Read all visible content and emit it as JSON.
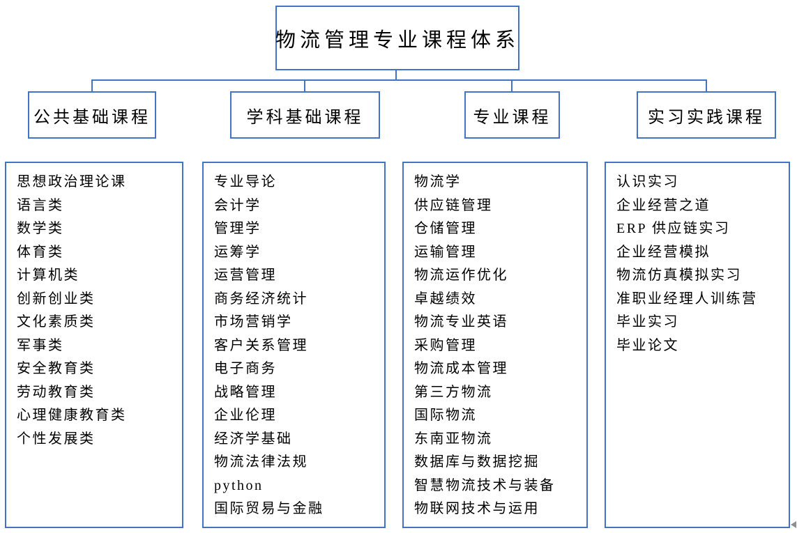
{
  "title": "物流管理专业课程体系",
  "colors": {
    "border_blue": "#4472C4",
    "text": "#000000",
    "background": "#ffffff",
    "anchor_gray": "#8f8f8f"
  },
  "categories": [
    {
      "label": "公共基础课程",
      "courses": [
        "思想政治理论课",
        "语言类",
        "数学类",
        "体育类",
        "计算机类",
        "创新创业类",
        "文化素质类",
        "军事类",
        "安全教育类",
        "劳动教育类",
        "心理健康教育类",
        "个性发展类"
      ]
    },
    {
      "label": "学科基础课程",
      "courses": [
        "专业导论",
        "会计学",
        "管理学",
        "运筹学",
        "运营管理",
        "商务经济统计",
        "市场营销学",
        "客户关系管理",
        "电子商务",
        "战略管理",
        "企业伦理",
        "经济学基础",
        "物流法律法规",
        "python",
        "国际贸易与金融"
      ]
    },
    {
      "label": "专业课程",
      "courses": [
        "物流学",
        "供应链管理",
        "仓储管理",
        "运输管理",
        "物流运作优化",
        "卓越绩效",
        "物流专业英语",
        "采购管理",
        "物流成本管理",
        "第三方物流",
        "国际物流",
        "东南亚物流",
        "数据库与数据挖掘",
        "智慧物流技术与装备",
        "物联网技术与运用"
      ]
    },
    {
      "label": "实习实践课程",
      "courses": [
        "认识实习",
        "企业经营之道",
        "ERP 供应链实习",
        "企业经营模拟",
        "物流仿真模拟实习",
        "准职业经理人训练营",
        "毕业实习",
        "毕业论文"
      ]
    }
  ]
}
